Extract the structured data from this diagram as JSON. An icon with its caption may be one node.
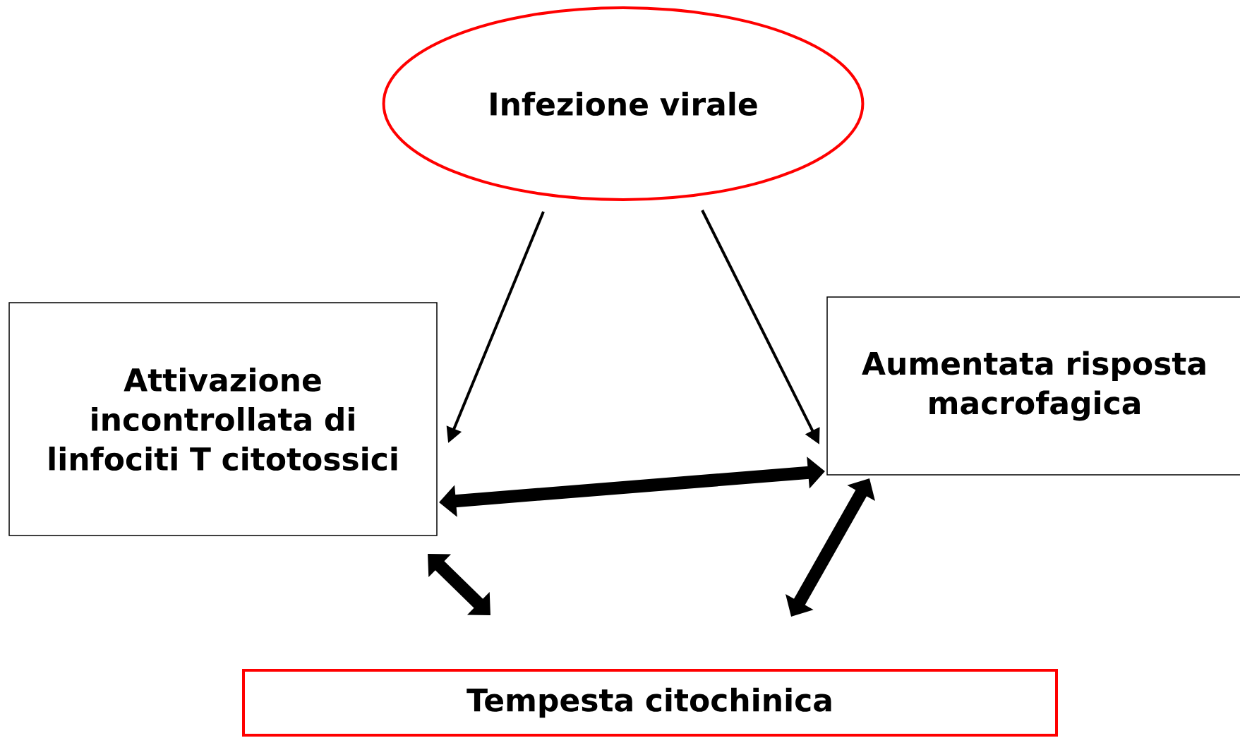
{
  "diagram": {
    "nodes": [
      {
        "text": [
          "Infezione virale"
        ]
      },
      {
        "text": [
          "Attivazione incontrollata di linfociti T citotossici"
        ]
      },
      {
        "text": [
          "Aumentata risposta macrofagica"
        ]
      },
      {
        "text": [
          "Tempesta citochinica"
        ]
      }
    ],
    "edges": [
      {
        "from": 0,
        "to": 1,
        "arrow": "to"
      },
      {
        "from": 0,
        "to": 2,
        "arrow": "to"
      },
      {
        "from": 1,
        "to": 2,
        "arrow": "both"
      },
      {
        "from": 1,
        "to": 3,
        "arrow": "both"
      },
      {
        "from": 2,
        "to": 3,
        "arrow": "both"
      }
    ]
  }
}
